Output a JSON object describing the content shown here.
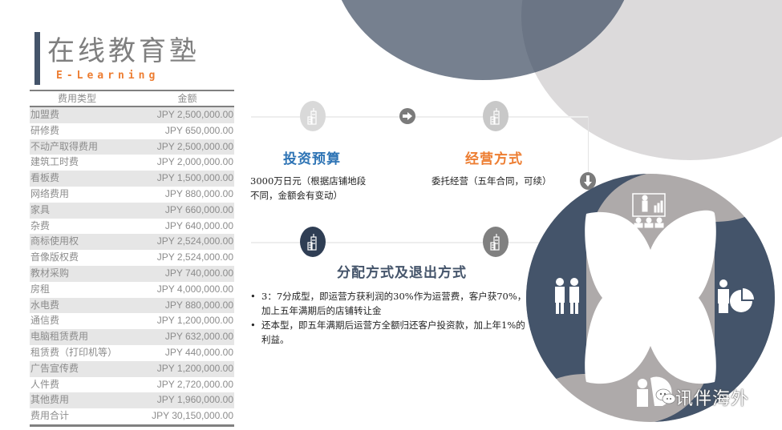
{
  "header": {
    "title": "在线教育塾",
    "subtitle": "E-Learning"
  },
  "table": {
    "columns": [
      "费用类型",
      "金额"
    ],
    "rows": [
      {
        "type": "加盟费",
        "amount": "JPY 2,500,000.00"
      },
      {
        "type": "研修费",
        "amount": "JPY 650,000.00"
      },
      {
        "type": "不动产取得费用",
        "amount": "JPY 2,500,000.00"
      },
      {
        "type": "建筑工时费",
        "amount": "JPY 2,000,000.00"
      },
      {
        "type": "看板费",
        "amount": "JPY 1,500,000.00"
      },
      {
        "type": "网络费用",
        "amount": "JPY 880,000.00"
      },
      {
        "type": "家具",
        "amount": "JPY 660,000.00"
      },
      {
        "type": "杂费",
        "amount": "JPY 640,000.00"
      },
      {
        "type": "商标使用权",
        "amount": "JPY 2,524,000.00"
      },
      {
        "type": "音像版权费",
        "amount": "JPY 2,524,000.00"
      },
      {
        "type": "教材采购",
        "amount": "JPY 740,000.00"
      },
      {
        "type": "房租",
        "amount": "JPY 4,000,000.00"
      },
      {
        "type": "水电费",
        "amount": "JPY 880,000.00"
      },
      {
        "type": "通信费",
        "amount": "JPY 1,200,000.00"
      },
      {
        "type": "电脑租赁费用",
        "amount": "JPY 632,000.00"
      },
      {
        "type": "租赁费（打印机等）",
        "amount": "JPY 440,000.00"
      },
      {
        "type": "广告宣传费",
        "amount": "JPY 1,200,000.00"
      },
      {
        "type": "人件费",
        "amount": "JPY 2,720,000.00"
      },
      {
        "type": "其他费用",
        "amount": "JPY 1,960,000.00"
      },
      {
        "type": "费用合计",
        "amount": "JPY 30,150,000.00"
      }
    ]
  },
  "steps": {
    "investment": {
      "heading": "投资预算",
      "text_line1": "3000万日元（根据店铺地段",
      "text_line2": "不同，金额会有变动）",
      "icon": "building-icon"
    },
    "operation": {
      "heading": "经营方式",
      "text": "委托经营（五年合同，可续）",
      "icon": "building-icon"
    },
    "distribution": {
      "heading": "分配方式及退出方式",
      "bullets": [
        "3：7分成型，即运营方获利润的30%作为运营费，客户获70%，加上五年满期后的店铺转让金",
        "还本型，即五年满期后运营方全额归还客户投资款，加上年1%的利益。"
      ],
      "icon": "building-icon"
    }
  },
  "flower": {
    "icons": [
      "presentation-icon",
      "business-people-icon",
      "businessman-chart-icon",
      "person-globe-icon"
    ]
  },
  "watermark": {
    "text": "讯伴海外",
    "icon": "wechat-icon"
  },
  "colors": {
    "navy": "#44546a",
    "gray": "#aeaaaa",
    "blue": "#2e74b5",
    "orange": "#ed7d31"
  }
}
